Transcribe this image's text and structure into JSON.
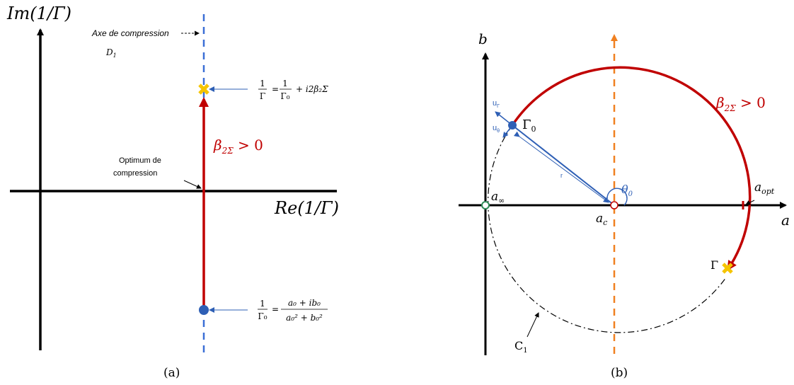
{
  "panel_a": {
    "caption": "(a)",
    "y_axis_label": "Im(1/Γ)",
    "x_axis_label": "Re(1/Γ)",
    "compression_axis": {
      "label": "Axe de compression",
      "sub": "D",
      "sub_index": "1"
    },
    "optimum": {
      "line1": "Optimum de",
      "line2": "compression"
    },
    "beta_label": "β",
    "beta_sub": "2Σ",
    "beta_rest": " > 0",
    "gamma_formula": {
      "lhs_num": "1",
      "lhs_den": "Γ",
      "rhs_num": "1",
      "rhs_den": "Γ₀",
      "tail": "+ i2β₂Σ"
    },
    "gamma0_formula": {
      "lhs_num": "1",
      "lhs_den": "Γ₀",
      "rhs_num": "a₀ + ib₀",
      "rhs_den": "a₀² + b₀²"
    }
  },
  "panel_b": {
    "caption": "(b)",
    "y_axis_label": "b",
    "x_axis_label": "a",
    "gamma0_label": "Γ",
    "gamma0_sub": "0",
    "gamma_label": "Γ",
    "ur_label": "u",
    "ur_sub": "Γ",
    "utheta_label": "u",
    "utheta_sub": "θ",
    "r_label": "r",
    "theta_label": "θ",
    "theta_sub": "0",
    "a_inf": {
      "main": "a",
      "sub": "∞"
    },
    "a_c": {
      "main": "a",
      "sub": "c"
    },
    "a_opt": {
      "main": "a",
      "sub": "opt"
    },
    "c1": {
      "main": "C",
      "sub": "1"
    },
    "beta_label": "β",
    "beta_sub": "2Σ",
    "beta_rest": " > 0"
  },
  "colors": {
    "red": "#c00000",
    "blue": "#2e5fb5",
    "orange": "#f08020",
    "yellow": "#f5c400",
    "black": "#000000"
  }
}
